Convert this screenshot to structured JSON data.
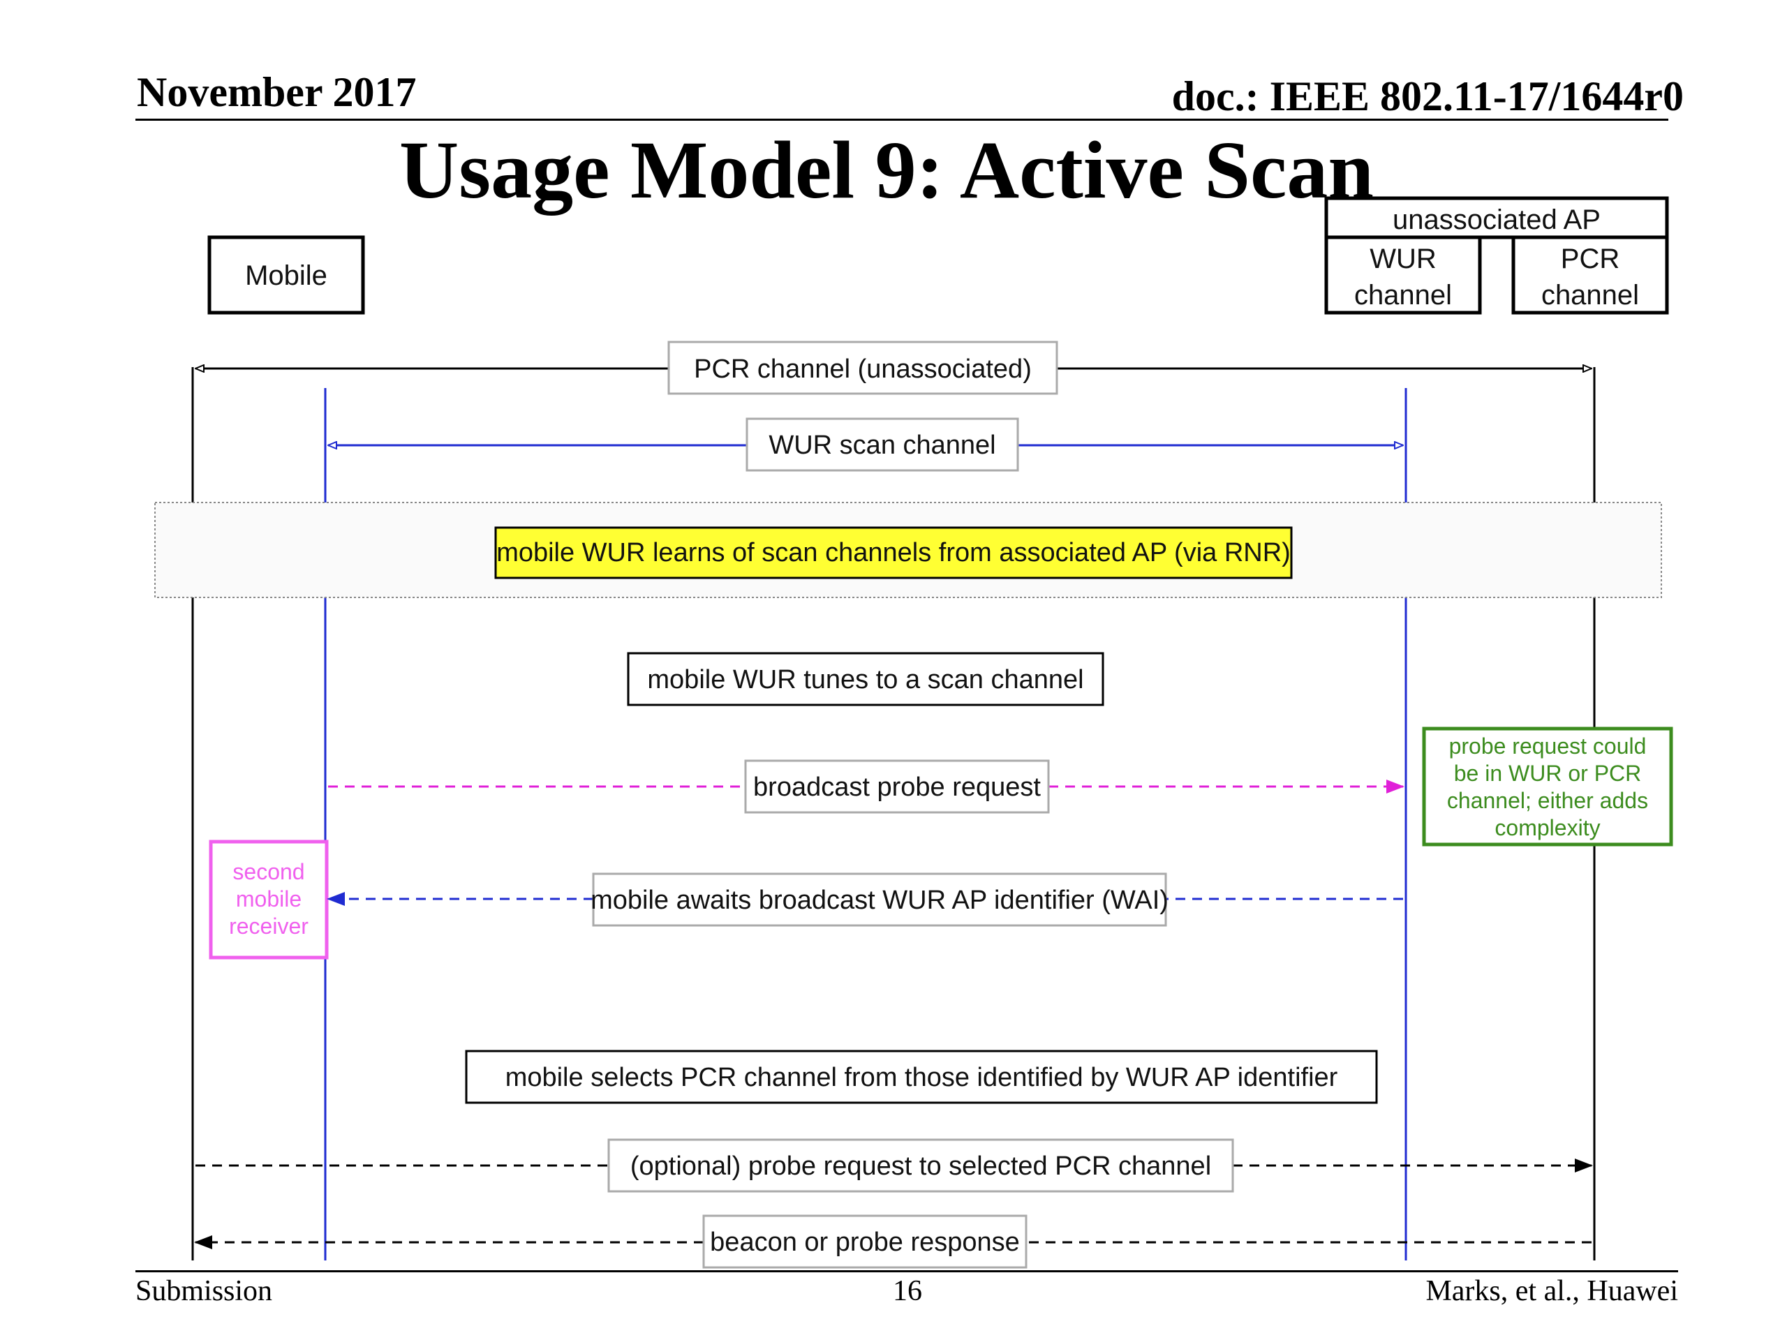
{
  "header": {
    "date": "November 2017",
    "doc_id": "doc.: IEEE 802.11-17/1644r0"
  },
  "title": "Usage Model 9: Active Scan",
  "footer": {
    "left": "Submission",
    "page": "16",
    "right": "Marks, et al., Huawei"
  },
  "diagram": {
    "mobile_label": "Mobile",
    "ap_label": "unassociated AP",
    "ap_wur_channel": [
      "WUR",
      "channel"
    ],
    "ap_pcr_channel": [
      "PCR",
      "channel"
    ],
    "pcr_channel_label": "PCR channel (unassociated)",
    "wur_scan_channel_label": "WUR scan channel",
    "learns_note": "mobile WUR learns of scan channels from associated AP (via RNR)",
    "tunes_note": "mobile WUR tunes to a scan channel",
    "broadcast_probe_label": "broadcast probe request",
    "probe_side_note": [
      "probe request could",
      "be in WUR or PCR",
      "channel; either adds",
      "complexity"
    ],
    "second_receiver_note": [
      "second",
      "mobile",
      "receiver"
    ],
    "awaits_label": "mobile awaits broadcast WUR AP identifier (WAI)",
    "selects_note": "mobile selects PCR channel from those identified by WUR AP identifier",
    "optional_probe_label": "(optional) probe request to selected PCR channel",
    "beacon_label": "beacon or probe response",
    "colors": {
      "wur_line": "#1f2bd1",
      "probe_arrow": "#e020d8",
      "highlight": "#ffff33",
      "side_note": "#3c8c1e",
      "second_receiver": "#f060ee"
    }
  }
}
